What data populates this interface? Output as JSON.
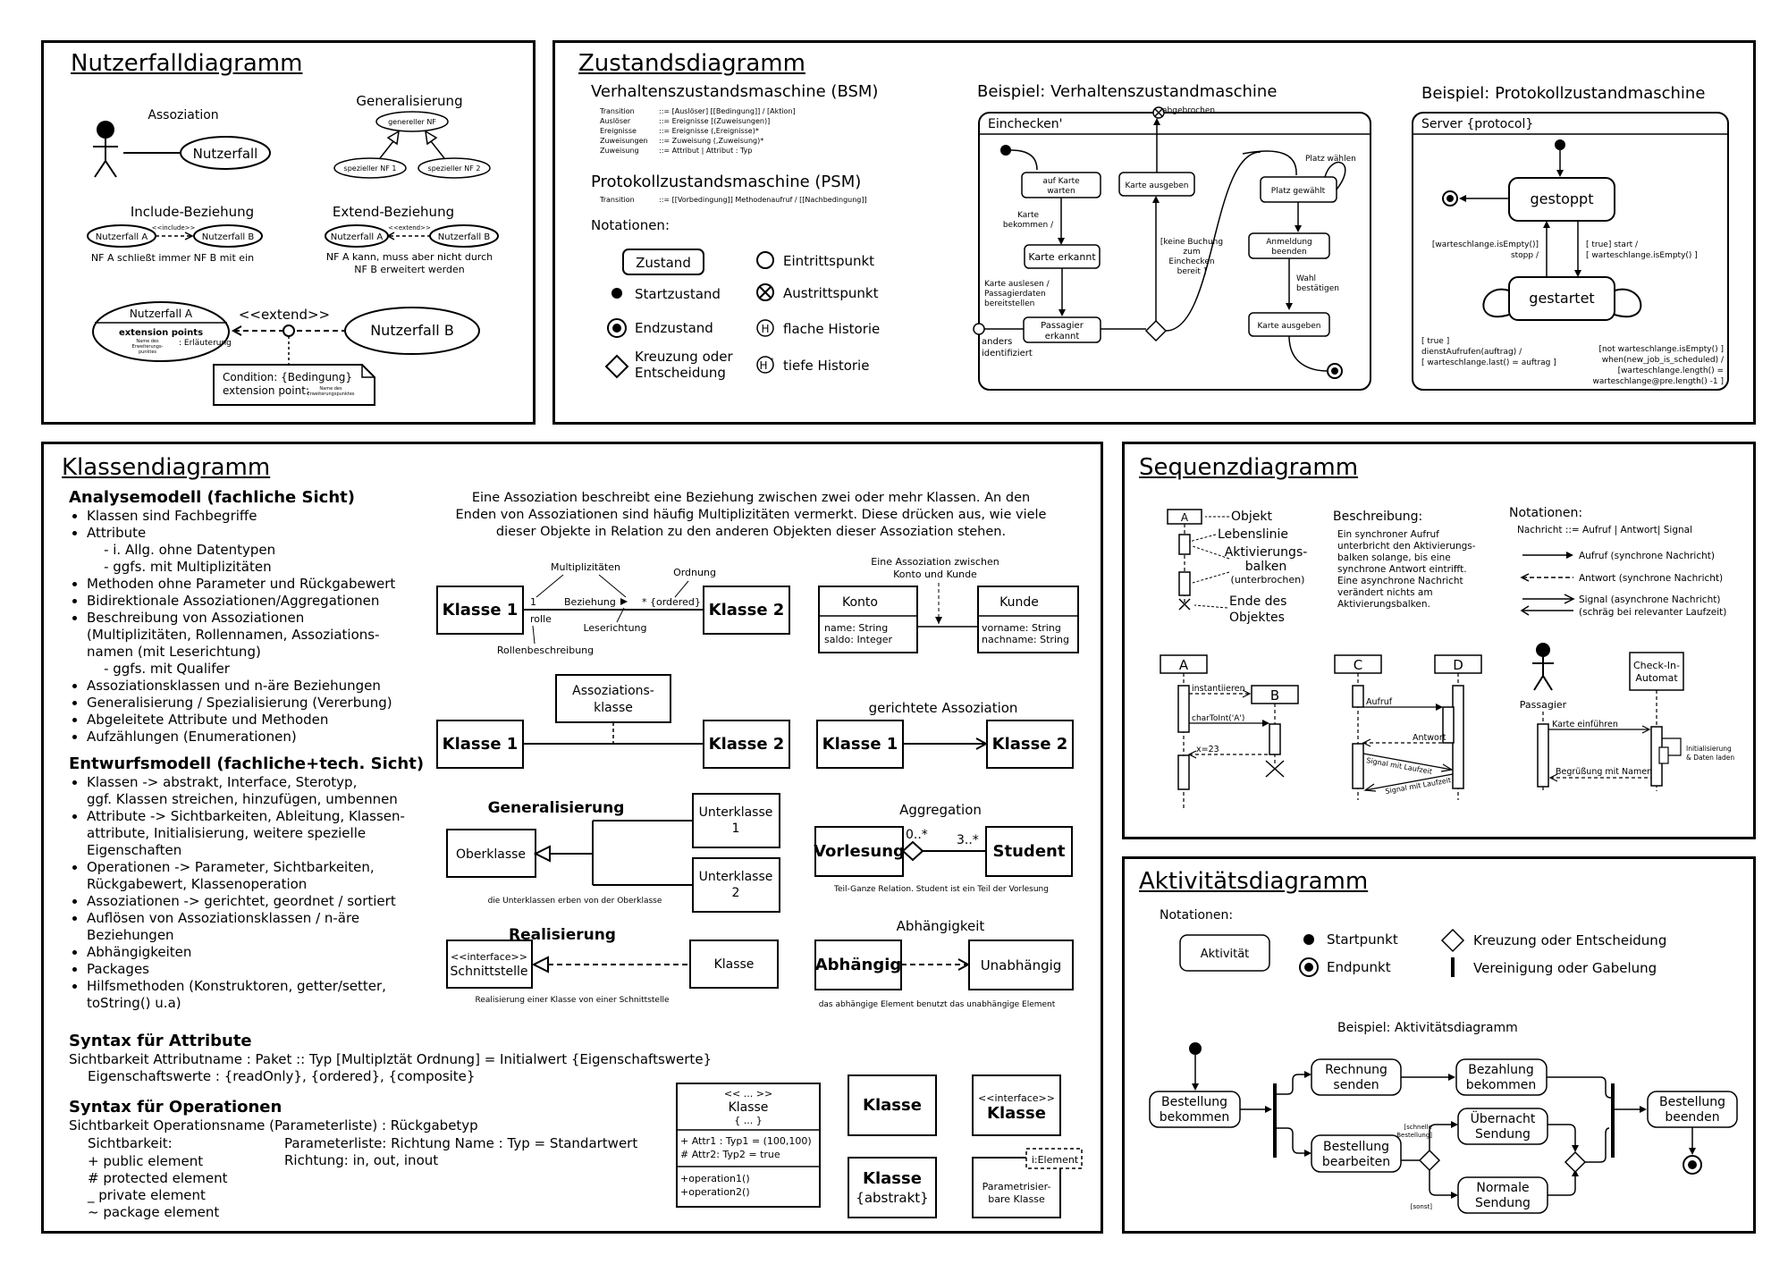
{
  "usecase": {
    "title": "Nutzerfalldiagramm",
    "assoc_label": "Assoziation",
    "nutzerfall": "Nutzerfall",
    "general_label": "Generalisierung",
    "general_nf": "genereller NF",
    "special_nf1": "spezieller NF 1",
    "special_nf2": "spezieller NF 2",
    "include_label": "Include-Beziehung",
    "include_stereo": "<<include>>",
    "nf_a": "Nutzerfall A",
    "nf_b": "Nutzerfall B",
    "include_desc": "NF A schließt immer NF B mit ein",
    "extend_label": "Extend-Beziehung",
    "extend_stereo": "<<extend>>",
    "extend_desc_1": "NF A kann, muss aber nicht durch",
    "extend_desc_2": "NF B erweitert werden",
    "ext_nf_a": "Nutzerfall A",
    "ext_points": "extension points",
    "ext_name": "Name des Erweiterungs-punktes",
    "ext_expl": ": Erläuterung",
    "ext_stereo": "<<extend>>",
    "ext_nf_b": "Nutzerfall B",
    "cond_1": "Condition: {Bedingung}",
    "cond_2": "extension point:",
    "cond_name": "Name des Erweiterungspunktes"
  },
  "state": {
    "title": "Zustandsdiagramm",
    "bsm_title": "Verhaltenszustandsmaschine (BSM)",
    "bsm_rows": [
      [
        "Transition",
        "::= [Auslöser] [[Bedingung]] / [Aktion]"
      ],
      [
        "Auslöser",
        "::= Ereignisse [(Zuweisungen)]"
      ],
      [
        "Ereignisse",
        "::= Ereignisse (,Ereignisse)*"
      ],
      [
        "Zuweisungen",
        "::= Zuweisung (,Zuweisung)*"
      ],
      [
        "Zuweisung",
        "::= Attribut | Attribut : Typ"
      ]
    ],
    "psm_title": "Protokollzustandsmaschine (PSM)",
    "psm_row": [
      "Transition",
      "::= [[Vorbedingung]] Methodenaufruf / [[Nachbedingung]]"
    ],
    "notationen": "Notationen:",
    "n_zustand": "Zustand",
    "n_start": "Startzustand",
    "n_end": "Endzustand",
    "n_kreuz_1": "Kreuzung oder",
    "n_kreuz_2": "Entscheidung",
    "n_eintritt": "Eintrittspunkt",
    "n_austritt": "Austrittspunkt",
    "n_flach": "flache Historie",
    "n_tief": "tiefe Historie",
    "bsp_bsm_title": "Beispiel: Verhaltenszustandmaschine",
    "einchecken": "Einchecken'",
    "abgebrochen": "abgebrochen",
    "auf_karte": "auf Karte warten",
    "karte_bekommen": "Karte bekommen /",
    "karte_erkannt": "Karte erkannt",
    "karte_auslesen": "Karte auslesen / Passagierdaten bereitstellen",
    "passagier_erkannt": "Passagier erkannt",
    "anders": "anders identifiziert",
    "karte_ausgeben": "Karte ausgeben",
    "keine_buchung": "[keine Buchung zum Einchecken bereit ]",
    "platz_waehlen": "Platz wählen",
    "platz_gewaehlt": "Platz gewählt",
    "anmeldung": "Anmeldung beenden",
    "wahl": "Wahl bestätigen",
    "karte_ausgeben2": "Karte ausgeben",
    "bsp_psm_title": "Beispiel: Protokollzustandmaschine",
    "server": "Server {protocol}",
    "gestoppt": "gestoppt",
    "gestartet": "gestartet",
    "stop_label_1": "[warteschlange.isEmpty()]",
    "stop_label_2": "stopp /",
    "start_label_1": "[ true] start /",
    "start_label_2": "[ warteschlange.isEmpty() ]",
    "left_loop_1": "[ true ]",
    "left_loop_2": "dienstAufrufen(auftrag) /",
    "left_loop_3": "[ warteschlange.last() = auftrag ]",
    "right_loop_1": "[not warteschlange.isEmpty() ]",
    "right_loop_2": "when(new_job_is_scheduled) /",
    "right_loop_3": "[warteschlange.length() =",
    "right_loop_4": "warteschlange@pre.length() -1 ]"
  },
  "klassen": {
    "title": "Klassendiagramm",
    "analyse_title": "Analysemodell (fachliche Sicht)",
    "analyse_items": [
      "Klassen sind Fachbegriffe",
      "Attribute\n    - i. Allg. ohne Datentypen\n    - ggfs. mit Multiplizitäten",
      "Methoden ohne Parameter und Rückgabewert",
      "Bidirektionale Assoziationen/Aggregationen",
      "Beschreibung von Assoziationen\n(Multiplizitäten, Rollennamen, Assoziations-\nnamen (mit Leserichtung)\n    - ggfs. mit Qualifer",
      "Assoziationsklassen und n-äre Beziehungen",
      "Generalisierung / Spezialisierung (Vererbung)",
      "Abgeleitete Attribute und Methoden",
      "Aufzählungen (Enumerationen)"
    ],
    "entwurf_title": "Entwurfsmodell (fachliche+tech. Sicht)",
    "entwurf_items": [
      "Klassen -> abstrakt, Interface, Sterotyp,\nggf. Klassen streichen, hinzufügen, umbennen",
      "Attribute -> Sichtbarkeiten, Ableitung, Klassen-\nattribute, Initialisierung, weitere spezielle\nEigenschaften",
      "Operationen -> Parameter, Sichtbarkeiten,\nRückgabewert, Klassenoperation",
      "Assoziationen -> gerichtet, geordnet / sortiert",
      "Auflösen von Assoziationsklassen / n-äre\nBeziehungen",
      "Abhängigkeiten",
      "Packages",
      "Hilfsmethoden (Konstruktoren, getter/setter,\ntoString() u.a)"
    ],
    "syntax_attr_title": "Syntax für Attribute",
    "syntax_attr_1": "Sichtbarkeit Attributname : Paket :: Typ [Multiplztät Ordnung]  = Initialwert {Eigenschaftswerte}",
    "syntax_attr_2": "Eigenschaftswerte : {readOnly}, {ordered}, {composite}",
    "syntax_op_title": "Syntax für Operationen",
    "syntax_op_1": "Sichtbarkeit Operationsname (Parameterliste) : Rückgabetyp",
    "sichtbarkeit": "Sichtbarkeit:",
    "vis_items": [
      "+ public element",
      "# protected element",
      "_ private element",
      "~ package element"
    ],
    "param_1": "Parameterliste: Richtung Name : Typ = Standartwert",
    "param_2": "Richtung: in, out, inout",
    "assoc_desc": "Eine Assoziation beschreibt eine Beziehung zwischen zwei oder mehr Klassen. An den\nEnden von Assoziationen sind häufig Multiplizitäten vermerkt. Diese drücken aus, wie viele\ndieser Objekte in Relation zu den anderen Objekten dieser Assoziation stehen.",
    "klasse1": "Klasse 1",
    "klasse2": "Klasse 2",
    "multiplizitaeten": "Multiplizitäten",
    "ordnung": "Ordnung",
    "mult_1": "1",
    "beziehung": "Beziehung",
    "mult_star": "* {ordered}",
    "rolle": "rolle",
    "leserichtung": "Leserichtung",
    "rollenbeschreibung": "Rollenbeschreibung",
    "zwischen": "Eine Assoziation zwischen\nKonto und Kunde",
    "konto": "Konto",
    "konto_attrs": "name: String\nsaldo: Integer",
    "kunde": "Kunde",
    "kunde_attrs": "vorname: String\nnachname: String",
    "assoz_klasse": "Assoziations-\nklasse",
    "gerichtete": "gerichtete Assoziation",
    "generalisierung": "Generalisierung",
    "oberklasse": "Oberklasse",
    "unterklasse1": "Unterklasse\n1",
    "unterklasse2": "Unterklasse\n2",
    "erben": "die Unterklassen erben von der Oberklasse",
    "aggregation": "Aggregation",
    "vorlesung": "Vorlesung",
    "student": "Student",
    "agg_m1": "0..*",
    "agg_m2": "3..*",
    "teil_ganze": "Teil-Ganze Relation. Student ist ein Teil der Vorlesung",
    "realisierung": "Realisierung",
    "interface_st": "<<interface>>",
    "schnittstelle": "Schnittstelle",
    "klasse": "Klasse",
    "real_desc": "Realisierung einer Klasse von einer Schnittstelle",
    "abhaengigkeit": "Abhängigkeit",
    "abhaengig": "Abhängig",
    "unabhaengig": "Unabhängig",
    "abh_desc": "das abhängige Element benutzt das unabhängige Element",
    "box_stereo": "<< ... >>",
    "box_klasse": "Klasse",
    "box_props": "{ ... }",
    "box_attr1": "+ Attr1 : Typ1 = (100,100)",
    "box_attr2": "# Attr2:  Typ2 = true",
    "box_op1": "+operation1()",
    "box_op2": "+operation2()",
    "klasse_plain": "Klasse",
    "klasse_iface_st": "<<interface>>",
    "klasse_iface": "Klasse",
    "klasse_abstr": "Klasse",
    "abstrakt": "{abstrakt}",
    "param_el": "i:Element",
    "param_klasse": "Parametrisier-\nbare Klasse"
  },
  "sequenz": {
    "title": "Sequenzdiagramm",
    "a": "A",
    "objekt": "Objekt",
    "lebenslinie": "Lebenslinie",
    "aktiv": "Aktivierungs-\nbalken",
    "unterbrochen": "(unterbrochen)",
    "ende": "Ende des\nObjektes",
    "beschreibung": "Beschreibung:",
    "desc": "Ein synchroner Aufruf\nunterbricht den Aktivierungs-\nbalken solange, bis eine\nsynchrone Antwort eintrifft.\nEine asynchrone Nachricht\nverändert nichts am\nAktivierungsbalken.",
    "notationen": "Notationen:",
    "nachricht": "Nachricht  ::= Aufruf | Antwort| Signal",
    "aufruf_sync": "Aufruf (synchrone Nachricht)",
    "antwort_sync": "Antwort (synchrone Nachricht)",
    "signal_async": "Signal (asynchrone Nachricht)",
    "signal_async2": "(schräg bei relevanter Laufzeit)",
    "ex_a": "A",
    "ex_b": "B",
    "instantiieren": "instantiieren",
    "chartoint": "charToInt('A')",
    "x23": "x=23",
    "ex_c": "C",
    "ex_d": "D",
    "aufruf": "Aufruf",
    "antwort": "Antwort",
    "signal1": "Signal mit Laufzeit",
    "signal2": "Signal mit Laufzeit",
    "passagier": "Passagier",
    "checkin": "Check-In-\nAutomat",
    "karte_einfuehren": "Karte einführen",
    "init": "Initialisierung\n& Daten laden",
    "begruessung": "Begrüßung mit Namen"
  },
  "aktiv": {
    "title": "Aktivitätsdiagramm",
    "notationen": "Notationen:",
    "aktivitaet": "Aktivität",
    "startpunkt": "Startpunkt",
    "endpunkt": "Endpunkt",
    "kreuzung": "Kreuzung oder Entscheidung",
    "vereinigung": "Vereinigung oder Gabelung",
    "beispiel": "Beispiel: Aktivitätsdiagramm",
    "bestellung_bekommen": "Bestellung\nbekommen",
    "rechnung_senden": "Rechnung\nsenden",
    "bezahlung": "Bezahlung\nbekommen",
    "bestellung_bearbeiten": "Bestellung\nbearbeiten",
    "schnelle": "[schnelle\nBestellung]",
    "sonst": "[sonst]",
    "uebernacht": "Übernacht\nSendung",
    "normale": "Normale\nSendung",
    "bestellung_beenden": "Bestellung\nbeenden"
  }
}
